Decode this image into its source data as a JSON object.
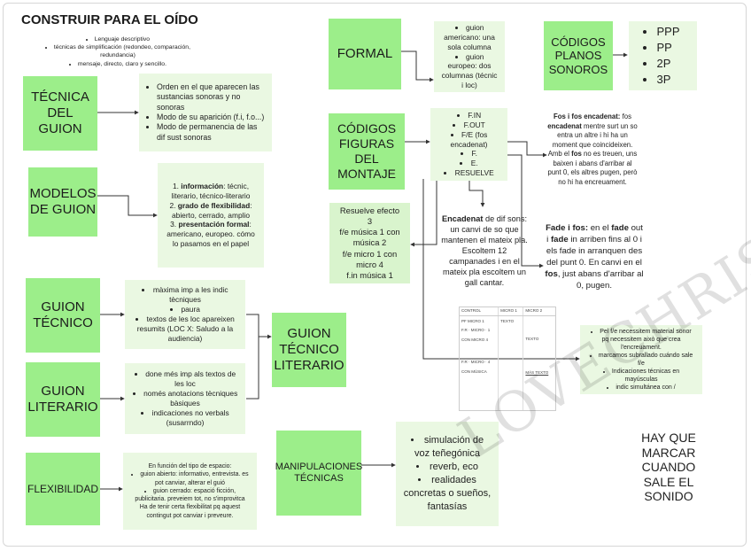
{
  "title": "CONSTRUIR PARA EL OÍDO",
  "intro": [
    "Lenguaje descriptivo",
    "técnicas de simplificación (redondeo, comparación, redundancia)",
    "mensaje, directo, claro y sencillo."
  ],
  "nodes": {
    "tecnica": "TÉCNICA DEL GUION",
    "modelos": "MODELOS DE GUION",
    "guion_tecnico": "GUION TÉCNICO",
    "guion_literario": "GUION LITERARIO",
    "guion_tecnico_literario": "GUION TÉCNICO LITERARIO",
    "flexibilidad": "FLEXIBILIDAD",
    "manipulaciones": "MANIPULACIONES TÉCNICAS",
    "formal": "FORMAL",
    "codigos_planos": "CÓDIGOS PLANOS SONOROS",
    "codigos_figuras": "CÓDIGOS FIGURAS DEL MONTAJE"
  },
  "tecnica_items": [
    "Orden en el que aparecen las sustancias sonoras y no sonoras",
    "Modo de su aparición (f.i, f.o...)",
    "Modo de permanencia de las dif sust sonoras"
  ],
  "modelos_items": [
    {
      "label": "información",
      "rest": ": técnic, literario, técnico-literario"
    },
    {
      "label": "grado de flexibilidad",
      "rest": ": abierto, cerrado, amplio"
    },
    {
      "label": "presentación formal",
      "rest": ": americano, europeo. cómo lo pasamos en el papel"
    }
  ],
  "tecnico_items": [
    "màxima imp a les indic tècniques",
    "paura",
    "textos de les loc apareixen resumits (LOC X: Saludo a la audiencia)"
  ],
  "literario_items": [
    "done més imp als textos de les loc",
    "només anotacions tècniques bàsiques",
    "indicaciones no verbals (susarrndo)"
  ],
  "flexibilidad_text": {
    "lead": "En función del tipo de espacio:",
    "items": [
      "guion abierto: informativo, entrevista. es pot canviar, alterar el guió",
      "guion cerrado: espació ficción, publicitaria. preveiem tot, no s'improvitca"
    ],
    "tail": "Ha de tenir certa flexibilitat pq aquest contingut pot canviar i preveure."
  },
  "manipulaciones_items": [
    "simulación de voz teñegónica",
    "reverb, eco",
    "realidades concretas o sueños, fantasías"
  ],
  "formal_items": [
    "guion americano: una sola columna",
    "guion europeo: dos columnas (técnic i loc)"
  ],
  "planos_items": [
    "PPP",
    "PP",
    "2P",
    "3P"
  ],
  "figuras_items": [
    "F.IN",
    "F.OUT",
    "F/E (fos encadenat)",
    "F.",
    "E.",
    "RESUELVE"
  ],
  "resuelve_text": [
    "Resuelve efecto 3",
    "f/e música 1 con música 2",
    "f/e micro 1 con micro 4",
    "f.in música 1"
  ],
  "encadenat_text": {
    "label": "Encadenat",
    "rest": " de dif sons: un canvi de so que mantenen el mateix pla. Escoltem 12 campanades i en el mateix pla escoltem un gall cantar."
  },
  "fos_text": {
    "l1": "Fos i fos encadenat:",
    "r1": " fos ",
    "l2": "encadenat",
    "r2": " mentre surt un so entra un altre i hi ha un moment que coincideixen. Amb el ",
    "l3": "fos",
    "r3": " no es treuen, uns baixen i abans d'arribar al punt 0, els altres pugen, però no hi ha encreuament."
  },
  "fade_text": {
    "l1": "Fade i fos:",
    "r1": " en el ",
    "l2": "fade",
    "r2": " out i ",
    "l3": "fade",
    "r3": " in arriben fins al 0 i els fade in arranquen des del punt 0. En canvi en el ",
    "l4": "fos",
    "r4": ", just abans d'arribar al 0, pugen."
  },
  "table": {
    "headers": [
      "CONTROL",
      "MICRO 1",
      "MICRO 2"
    ],
    "col1": [
      "PF MICRO 1",
      "F.R  · MICRO · 1",
      "CON MICRO 4",
      "F.R  · MICRO · 4",
      "CON MÚSICA"
    ],
    "col2": [
      "TEXTO"
    ],
    "col3": [
      "TEXTO",
      "MÁS TEXTO"
    ]
  },
  "note_items": [
    "Pel f/e necessitem material sonor pq necessitem això que crea l'encreuament.",
    "marcamos subrallado cuándo sale f/e",
    "Indicaciones técnicas en mayúsculas",
    "indic simultánea con /"
  ],
  "marcar_text": "HAY QUE MARCAR CUANDO SALE EL SONIDO",
  "watermark": "LOVECHRIS"
}
